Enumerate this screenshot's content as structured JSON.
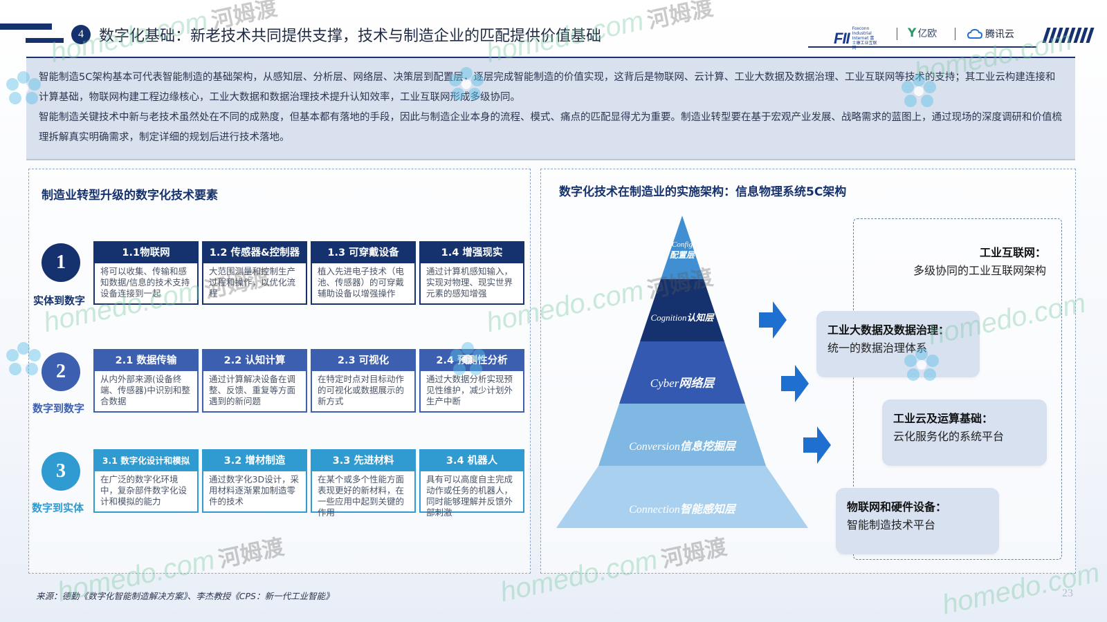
{
  "header": {
    "section_number": "4",
    "title": "数字化基础：新老技术共同提供支撑，技术与制造企业的匹配提供价值基础",
    "logos": {
      "fii_mark": "FII",
      "fii_sub": "Foxconn Industrial Internet 富士康工业互联网",
      "yiou": "亿欧",
      "tencent_cloud": "腾讯云"
    },
    "brand_color": "#15326e"
  },
  "intro": {
    "p1": "智能制造5C架构基本可代表智能制造的基础架构，从感知层、分析层、网络层、决策层到配置层，逐层完成智能制造的价值实现，这背后是物联网、云计算、工业大数据及数据治理、工业互联网等技术的支持；其工业云构建连接和计算基础，物联网构建工程边缘核心，工业大数据和数据治理技术提升认知效率，工业互联网形成多级协同。",
    "p2": "智能制造关键技术中新与老技术虽然处在不同的成熟度，但基本都有落地的手段，因此与制造企业本身的流程、模式、痛点的匹配显得尤为重要。制造业转型要在基于宏观产业发展、战略需求的蓝图上，通过现场的深度调研和价值梳理拆解真实明确需求，制定详细的规划后进行技术落地。"
  },
  "left_panel": {
    "title": "制造业转型升级的数字化技术要素",
    "rows": [
      {
        "number": "1",
        "label": "实体到数字",
        "color": "#15326e",
        "cells": [
          {
            "title": "1.1物联网",
            "desc": "将可以收集、传输和感知数据/信息的技术支持设备连接到一起"
          },
          {
            "title": "1.2 传感器&控制器",
            "desc": "大范围测量和控制生产过程和操作，以优化流程"
          },
          {
            "title": "1.3 可穿戴设备",
            "desc": "植入先进电子技术（电池、传感器）的可穿戴辅助设备以增强操作"
          },
          {
            "title": "1.4 增强现实",
            "desc": "通过计算机感知输入，实现对物理、现实世界元素的感知增强"
          }
        ]
      },
      {
        "number": "2",
        "label": "数字到数字",
        "color": "#3c5fb0",
        "cells": [
          {
            "title": "2.1 数据传输",
            "desc": "从内外部来源(设备终端、传感器)中识别和整合数据"
          },
          {
            "title": "2.2 认知计算",
            "desc": "通过计算解决设备在调整、反馈、重复等方面遇到的新问题"
          },
          {
            "title": "2.3 可视化",
            "desc": "在特定时点对目标动作的可视化或数据展示的新方式"
          },
          {
            "title": "2.4 预测性分析",
            "desc": "通过大数据分析实现预见性维护，减少计划外生产中断"
          }
        ]
      },
      {
        "number": "3",
        "label": "数字到实体",
        "color": "#2f9bd0",
        "cells": [
          {
            "title": "3.1 数字化设计和模拟",
            "desc": "在广泛的数字化环境中，复杂部件数字化设计和模拟的能力"
          },
          {
            "title": "3.2 增材制造",
            "desc": "通过数字化3D设计，采用材料逐渐累加制造零件的技术"
          },
          {
            "title": "3.3 先进材料",
            "desc": "在某个或多个性能方面表现更好的新材料，在一些应用中起到关键的作用"
          },
          {
            "title": "3.4 机器人",
            "desc": "具有可以高度自主完成动作或任务的机器人，同时能够理解并反馈外部刺激"
          }
        ]
      }
    ]
  },
  "right_panel": {
    "title": "数字化技术在制造业的实施架构：信息物理系统5C架构",
    "pyramid": [
      {
        "en": "Config",
        "zh": "配置层",
        "color": "#3f8fd2"
      },
      {
        "en": "Cognition",
        "zh": "认知层",
        "color": "#15326e"
      },
      {
        "en": "Cyber",
        "zh": "网络层",
        "color": "#3459b0"
      },
      {
        "en": "Conversion",
        "zh": "信息挖掘层",
        "color": "#7fb8e2"
      },
      {
        "en": "Connection",
        "zh": "智能感知层",
        "color": "#a9d0ee"
      }
    ],
    "arrow_color": "#1f6fd1",
    "top_note": {
      "title": "工业互联网：",
      "desc": "多级协同的工业互联网架构"
    },
    "boxes": [
      {
        "title": "工业大数据及数据治理：",
        "desc": "统一的数据治理体系"
      },
      {
        "title": "工业云及运算基础：",
        "desc": "云化服务化的系统平台"
      },
      {
        "title": "物联网和硬件设备：",
        "desc": "智能制造技术平台"
      }
    ]
  },
  "footer": {
    "source": "来源：德勤《数字化智能制造解决方案》、李杰教授《CPS：新一代工业智能》",
    "page_number": "23"
  },
  "watermark": {
    "en": "homedo.com",
    "zh": "河姆渡"
  }
}
